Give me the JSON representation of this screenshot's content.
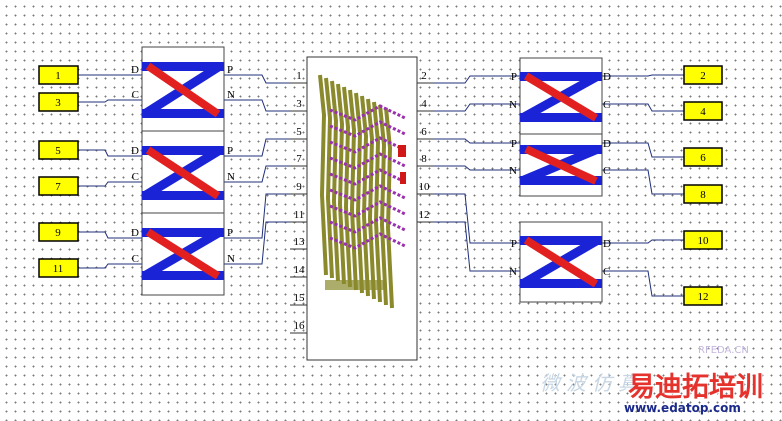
{
  "colors": {
    "wire": "#1f2f7a",
    "coupler_fill": "#ffffff",
    "coupler_stroke": "#444444",
    "blue_bar": "#1a24d6",
    "red_bar": "#e22020",
    "port_fill": "#ffff00",
    "port_stroke": "#000000",
    "chip_green": "#8a8a2c",
    "chip_magenta": "#9a2fb0"
  },
  "left_ports": [
    "1",
    "3",
    "5",
    "7",
    "9",
    "11"
  ],
  "right_ports": [
    "2",
    "4",
    "6",
    "8",
    "10",
    "12"
  ],
  "left_couplers": [
    {
      "in1": "D",
      "in2": "C",
      "out1": "P",
      "out2": "N"
    },
    {
      "in1": "D",
      "in2": "C",
      "out1": "P",
      "out2": "N"
    },
    {
      "in1": "D",
      "in2": "C",
      "out1": "P",
      "out2": "N"
    }
  ],
  "right_couplers": [
    {
      "in1": "P",
      "in2": "N",
      "out1": "D",
      "out2": "C"
    },
    {
      "in1": "P",
      "in2": "N",
      "out1": "D",
      "out2": "C"
    },
    {
      "in1": "P",
      "in2": "N",
      "out1": "D",
      "out2": "C"
    }
  ],
  "block_left_pins": [
    "1",
    "3",
    "5",
    "7",
    "9",
    "11",
    "13",
    "14",
    "15",
    "16"
  ],
  "block_right_pins": [
    "2",
    "4",
    "6",
    "8",
    "10",
    "12"
  ],
  "watermark": {
    "main": "易迪拓培训",
    "url": "www.edatop.com",
    "small": "RFEDA.CN",
    "faint": "微波仿真"
  }
}
